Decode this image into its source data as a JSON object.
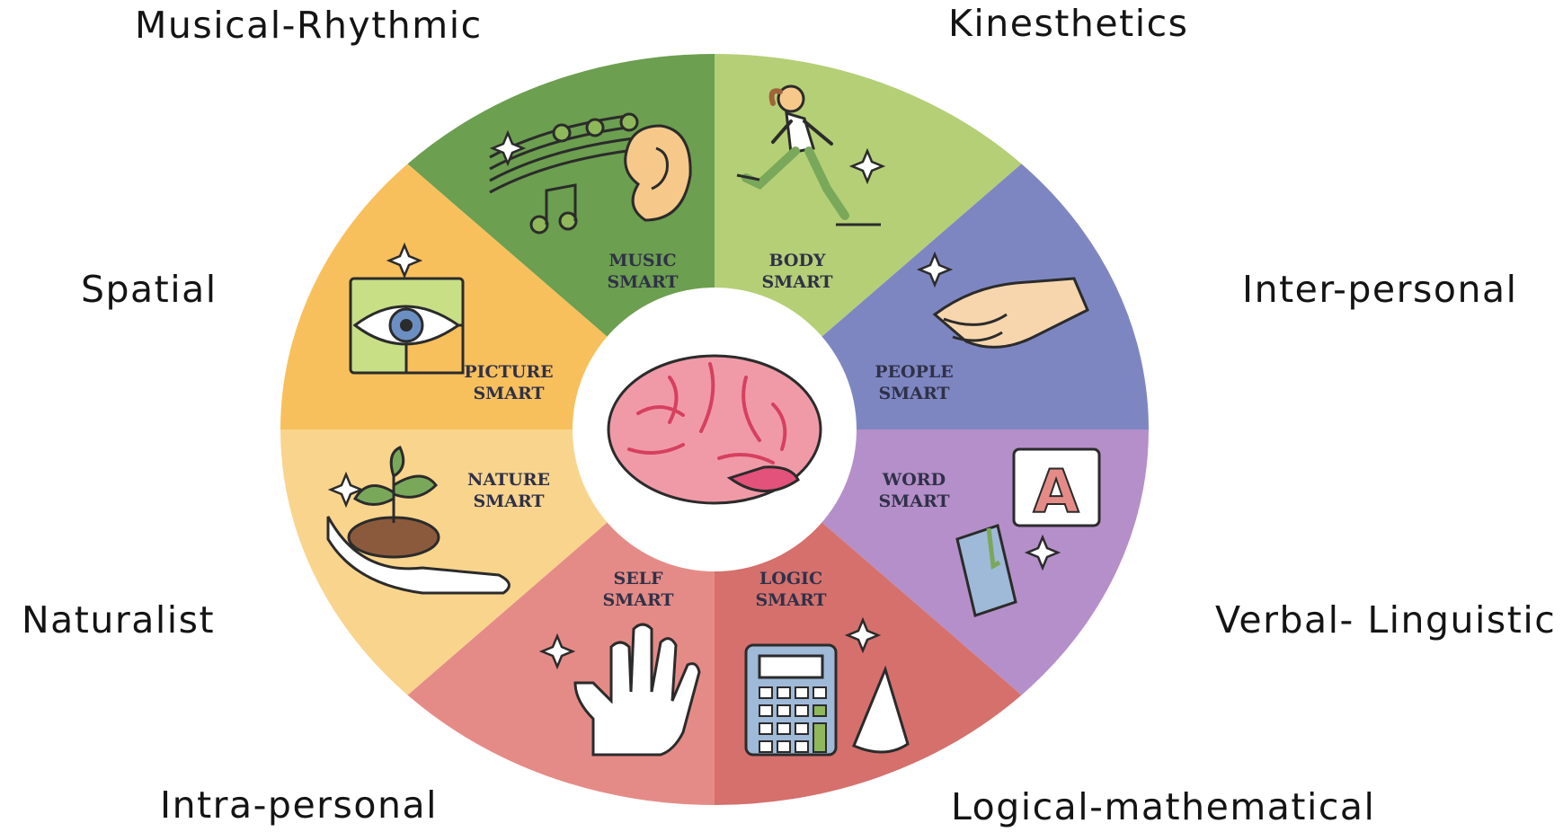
{
  "intelligences": [
    {
      "id": "music",
      "outer_label": "Musical-Rhythmic",
      "seg_line1": "MUSIC",
      "seg_line2": "SMART",
      "color": "#b5cf76"
    },
    {
      "id": "body",
      "outer_label": "Kinesthetics",
      "seg_line1": "BODY",
      "seg_line2": "SMART",
      "color": "#7e86c2"
    },
    {
      "id": "people",
      "outer_label": "Inter-personal",
      "seg_line1": "PEOPLE",
      "seg_line2": "SMART",
      "color": "#b58fc9"
    },
    {
      "id": "word",
      "outer_label": "Verbal- Linguistic",
      "seg_line1": "WORD",
      "seg_line2": "SMART",
      "color": "#d5706d"
    },
    {
      "id": "logic",
      "outer_label": "Logical-mathematical",
      "seg_line1": "LOGIC",
      "seg_line2": "SMART",
      "color": "#e58b87"
    },
    {
      "id": "self",
      "outer_label": "Intra-personal",
      "seg_line1": "SELF",
      "seg_line2": "SMART",
      "color": "#f9d48d"
    },
    {
      "id": "nature",
      "outer_label": "Naturalist",
      "seg_line1": "NATURE",
      "seg_line2": "SMART",
      "color": "#f8c05c"
    },
    {
      "id": "picture",
      "outer_label": "Spatial",
      "seg_line1": "PICTURE",
      "seg_line2": "SMART",
      "color": "#6c9f4f"
    }
  ],
  "icons": {
    "music": "music-notes-ear-icon",
    "body": "running-person-icon",
    "people": "handshake-icon",
    "word": "letter-a-book-icon",
    "logic": "calculator-cone-icon",
    "self": "raised-hand-icon",
    "nature": "hand-sprout-icon",
    "picture": "puzzle-eye-icon",
    "center": "brain-icon"
  }
}
